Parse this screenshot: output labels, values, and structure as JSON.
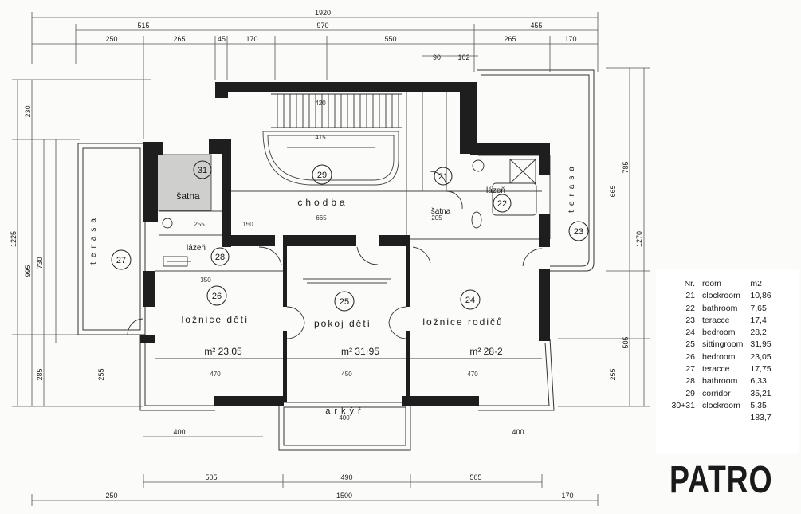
{
  "title": "PATRO",
  "legend": {
    "headers": {
      "nr": "Nr.",
      "room": "room",
      "area": "m2"
    },
    "rows": [
      {
        "nr": "21",
        "room": "clockroom",
        "area": "10,86"
      },
      {
        "nr": "22",
        "room": "bathroom",
        "area": "7,65"
      },
      {
        "nr": "23",
        "room": "teracce",
        "area": "17,4"
      },
      {
        "nr": "24",
        "room": "bedroom",
        "area": "28,2"
      },
      {
        "nr": "25",
        "room": "sittingroom",
        "area": "31,95"
      },
      {
        "nr": "26",
        "room": "bedroom",
        "area": "23,05"
      },
      {
        "nr": "27",
        "room": "teracce",
        "area": "17,75"
      },
      {
        "nr": "28",
        "room": "bathroom",
        "area": "6,33"
      },
      {
        "nr": "29",
        "room": "corridor",
        "area": "35,21"
      },
      {
        "nr": "30+31",
        "room": "clockroom",
        "area": "5,35"
      }
    ],
    "total": "183,7"
  },
  "rooms": [
    {
      "num": "31",
      "name": "šatna"
    },
    {
      "num": "29",
      "name": "chodba"
    },
    {
      "num": "21",
      "name": "šatna"
    },
    {
      "num": "22",
      "name": "lázeň"
    },
    {
      "num": "23",
      "name": "terasa"
    },
    {
      "num": "27",
      "name": "terasa"
    },
    {
      "num": "28",
      "name": "lázeň"
    },
    {
      "num": "26",
      "name": "ložnice dětí",
      "area": "m² 23.05"
    },
    {
      "num": "25",
      "name": "pokoj dětí",
      "area": "m² 31·95"
    },
    {
      "num": "24",
      "name": "ložnice rodičů",
      "area": "m² 28·2"
    }
  ],
  "bay": "arkýř",
  "dims": {
    "top_total": "1920",
    "top_mid": "970",
    "top_right": "455",
    "top_left": "515",
    "top_seg": [
      "250",
      "265",
      "45",
      "170",
      "550",
      "265",
      "170"
    ],
    "bottom_total": "1500",
    "bottom_seg": [
      "505",
      "490",
      "505"
    ],
    "bottom_left": "250",
    "bottom_right": "170",
    "left_total": "1225",
    "left_seg": [
      "230",
      "995",
      "730",
      "285",
      "255"
    ],
    "right_total": "1270",
    "right_seg": [
      "785",
      "665",
      "505",
      "255"
    ],
    "room_widths": [
      "470",
      "450",
      "470"
    ],
    "corridor_len": "665",
    "misc": [
      "415",
      "420",
      "350",
      "205",
      "150",
      "255",
      "400",
      "90",
      "102"
    ]
  },
  "colors": {
    "wall": "#1e1e1e",
    "line": "#444444",
    "clock_room_fill": "#cfd0cd"
  }
}
